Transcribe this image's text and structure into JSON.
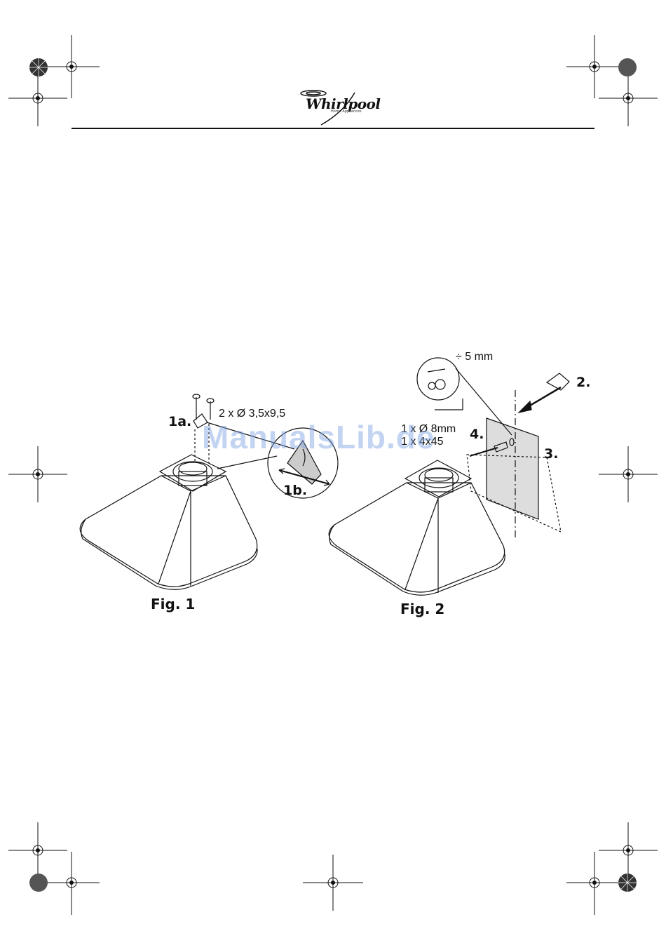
{
  "header": {
    "brand": "Whirlpool",
    "brand_sub": "Home Appliances"
  },
  "figure1": {
    "step_1a": "1a.",
    "step_1b": "1b.",
    "screw_spec": "2 x Ø 3,5x9,5",
    "caption": "Fig. 1"
  },
  "figure2": {
    "gap_label": "÷ 5 mm",
    "step_2": "2.",
    "step_3": "3.",
    "step_4": "4.",
    "fixing_line1": "1 x Ø 8mm",
    "fixing_line2": "1 x 4x45",
    "caption": "Fig. 2"
  },
  "watermark": "ManualsLib.de"
}
